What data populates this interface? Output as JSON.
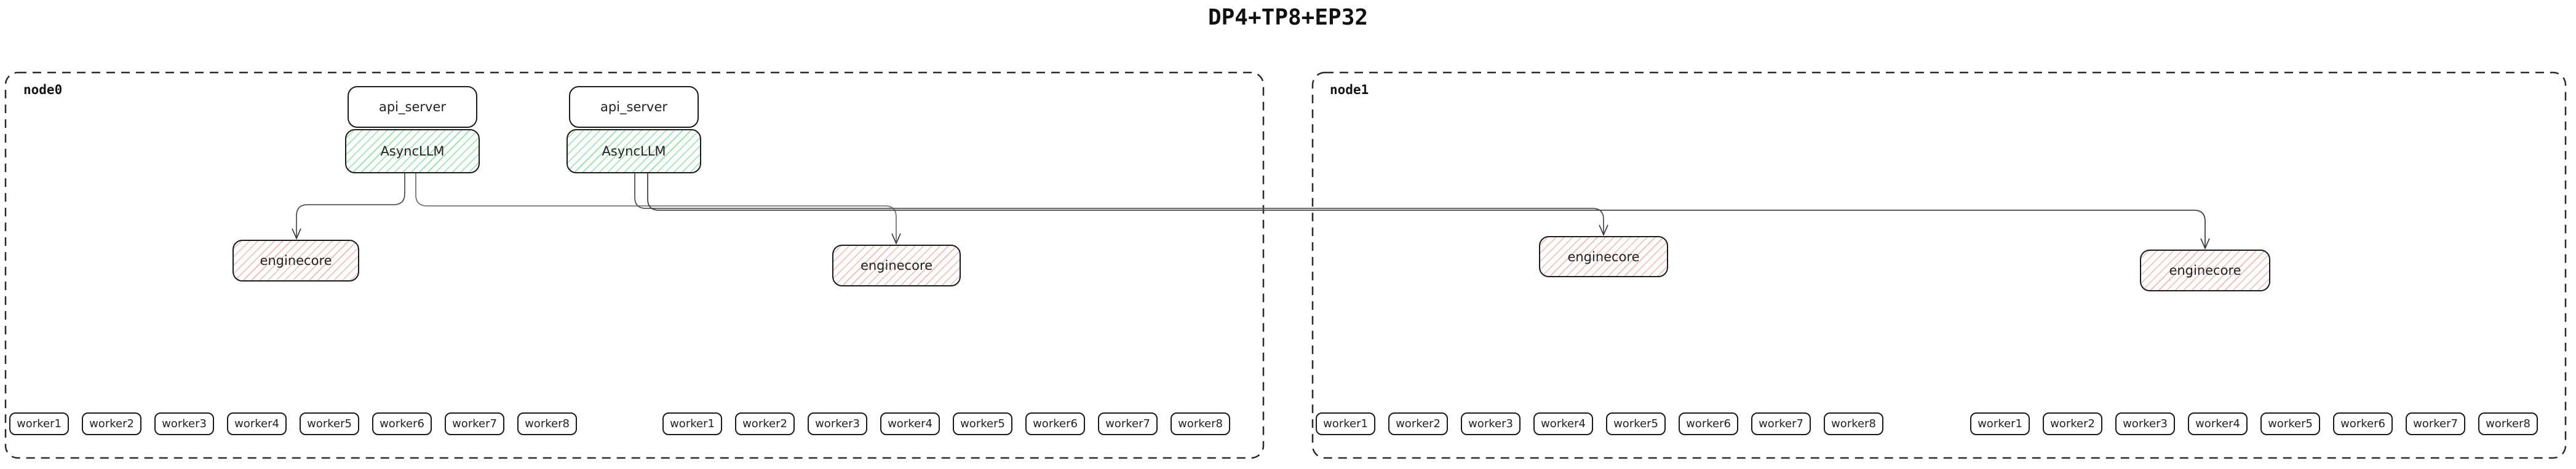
{
  "title": "DP4+TP8+EP32",
  "nodes": [
    {
      "label": "node0"
    },
    {
      "label": "node1"
    }
  ],
  "stacks": [
    {
      "api_server_label": "api_server",
      "asyncllm_label": "AsyncLLM"
    },
    {
      "api_server_label": "api_server",
      "asyncllm_label": "AsyncLLM"
    }
  ],
  "enginecores": [
    "enginecore",
    "enginecore",
    "enginecore",
    "enginecore"
  ],
  "worker_labels": [
    "worker1",
    "worker2",
    "worker3",
    "worker4",
    "worker5",
    "worker6",
    "worker7",
    "worker8"
  ],
  "colors": {
    "box_border": "#1a1a1a",
    "asyncllm_hatch": "#8ce4a4",
    "enginecore_hatch": "#f4b7b2",
    "connector": "#555555",
    "node_border": "#2b2b2b"
  }
}
